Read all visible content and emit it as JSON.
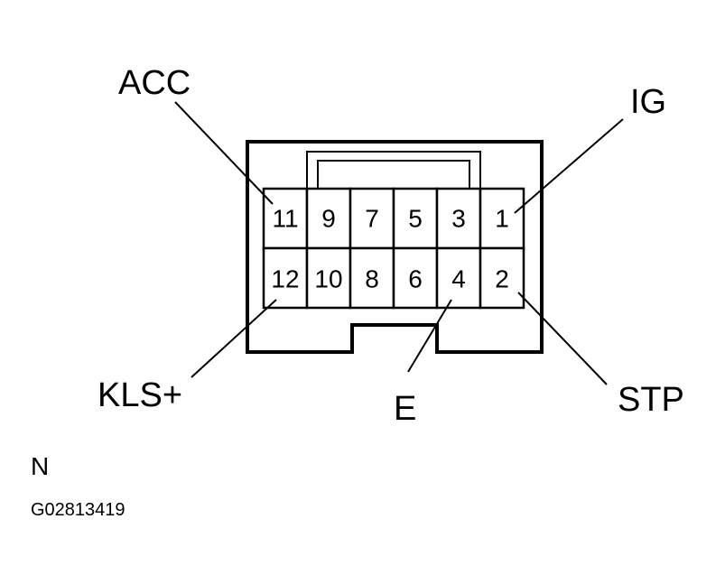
{
  "connector": {
    "pins_top": [
      "11",
      "9",
      "7",
      "5",
      "3",
      "1"
    ],
    "pins_bottom": [
      "12",
      "10",
      "8",
      "6",
      "4",
      "2"
    ]
  },
  "callouts": {
    "acc": "ACC",
    "ig": "IG",
    "kls": "KLS+",
    "e": "E",
    "stp": "STP"
  },
  "footer": {
    "view_letter": "N",
    "figure_id": "G02813419"
  }
}
